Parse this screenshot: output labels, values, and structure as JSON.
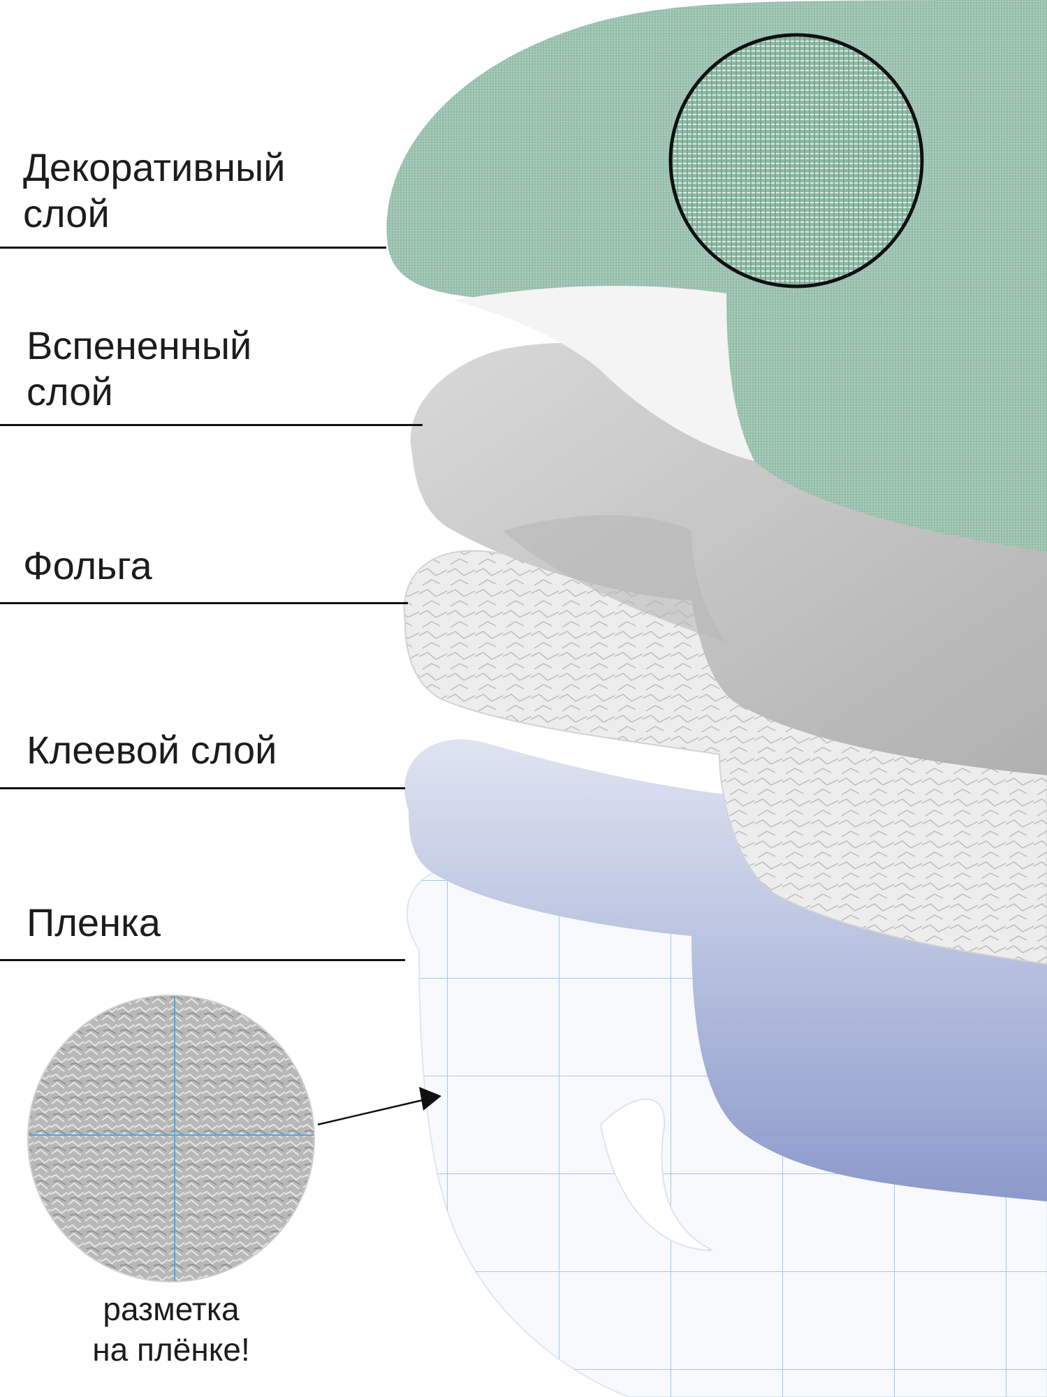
{
  "layers": [
    {
      "id": "decorative",
      "label": "Декоративный\nслой"
    },
    {
      "id": "foam",
      "label": "Вспененный\nслой"
    },
    {
      "id": "foil",
      "label": "Фольга"
    },
    {
      "id": "adhesive",
      "label": "Клеевой слой"
    },
    {
      "id": "film",
      "label": "Пленка"
    }
  ],
  "marking_caption": "разметка\nна плёнке!",
  "colors": {
    "decorative": "#9fc4b3",
    "foam": "#c9c9c9",
    "foil": "#e9e9e9",
    "adhesive": "#a8b4d6",
    "film": "#f7f9fd",
    "grid": "#9ec2e8",
    "line": "#111111"
  }
}
